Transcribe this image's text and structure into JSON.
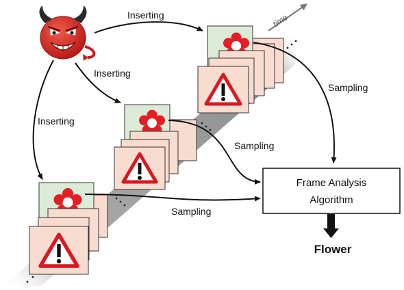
{
  "labels": {
    "inserting_top": "Inserting",
    "inserting_mid": "Inserting",
    "inserting_left": "Inserting",
    "sampling_top": "Sampling",
    "sampling_mid": "Sampling",
    "sampling_bottom": "Sampling",
    "time": "time",
    "box_line1": "Frame Analysis",
    "box_line2": "Algorithm",
    "output": "Flower"
  },
  "colors": {
    "ribbon": "#9a9a9a",
    "flower_frame": "#dcebd8",
    "warning_frame": "#f9dcd0",
    "warning_red": "#d71920",
    "flower_red": "#e31e24",
    "devil_red": "#d8201f",
    "arrow": "#111111",
    "time_arrow": "#777777"
  },
  "icons": [
    "devil-icon",
    "flower-icon",
    "warning-icon",
    "time-arrow-icon",
    "down-arrow-icon"
  ]
}
